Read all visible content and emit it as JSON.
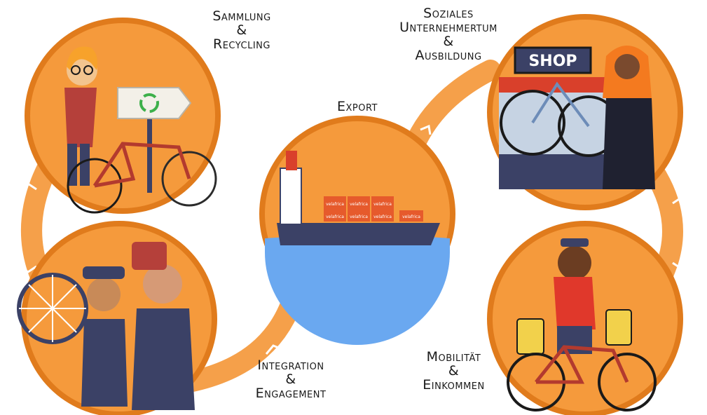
{
  "colors": {
    "orange": "#f59a3c",
    "orange_dark": "#e07b1c",
    "ring": "#f5a04a",
    "navy": "#3b4166",
    "water": "#6aa8f0",
    "red": "#d9402b",
    "white": "#ffffff"
  },
  "stages": {
    "collection": {
      "lines": [
        "Sammlung",
        "&",
        "Recycling"
      ]
    },
    "social": {
      "lines": [
        "Soziales",
        "Unternehmertum",
        "&",
        "Ausbildung"
      ]
    },
    "export": {
      "lines": [
        "Export"
      ]
    },
    "mobility": {
      "lines": [
        "Mobilität",
        "&",
        "Einkommen"
      ]
    },
    "integration": {
      "lines": [
        "Integration",
        "&",
        "Engagement"
      ]
    }
  },
  "illustrations": {
    "shop_sign": "SHOP",
    "container_brand": "velafrica",
    "icons": {
      "collection": "recycle-sign-icon",
      "social": "shop-bicycle-icon",
      "export": "cargo-ship-icon",
      "mobility": "cyclist-icon",
      "integration": "mechanics-icon"
    }
  }
}
